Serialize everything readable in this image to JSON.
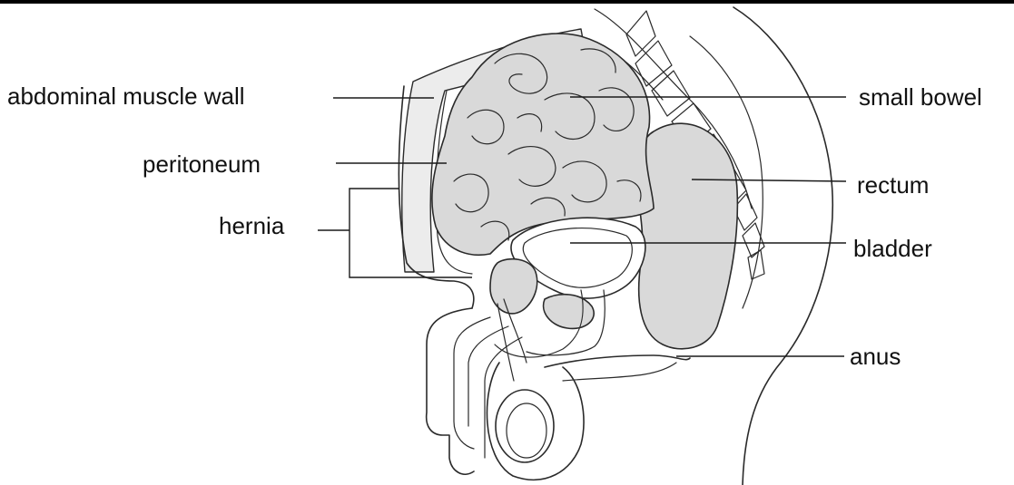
{
  "labels": {
    "abdominal_muscle_wall": "abdominal muscle wall",
    "peritoneum": "peritoneum",
    "hernia": "hernia",
    "small_bowel": "small bowel",
    "rectum": "rectum",
    "bladder": "bladder",
    "anus": "anus"
  },
  "colors": {
    "organ_fill": "#d9d9d9",
    "wall_fill": "#ececec",
    "line": "#1a1a1a",
    "frame_bar": "#000000"
  }
}
